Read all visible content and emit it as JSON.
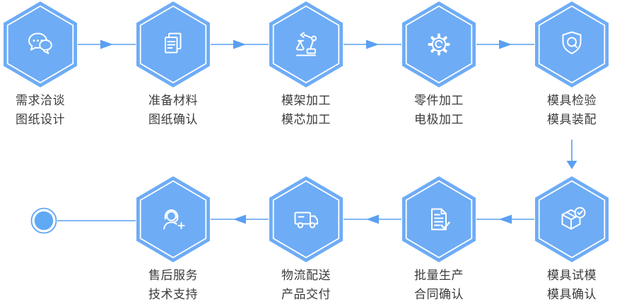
{
  "diagram": {
    "type": "process-flow",
    "rows": [
      {
        "direction": "left-to-right",
        "step_ids": [
          1,
          2,
          3,
          4,
          5
        ]
      },
      {
        "direction": "right-to-left",
        "step_ids": [
          6,
          7,
          8,
          9
        ]
      }
    ],
    "end_node": "circle-terminal"
  },
  "colors": {
    "hexagon_fill": "#6EACF6",
    "hexagon_inner_outline": "#FFFFFF",
    "icon_stroke": "#FFFFFF",
    "connector": "#5B9FF2",
    "label_text": "#3B3B3B",
    "background": "#FFFFFF"
  },
  "steps": [
    {
      "id": 1,
      "icon": "chat-icon",
      "line1": "需求洽谈",
      "line2": "图纸设计"
    },
    {
      "id": 2,
      "icon": "documents-icon",
      "line1": "准备材料",
      "line2": "图纸确认"
    },
    {
      "id": 3,
      "icon": "robot-arm-icon",
      "line1": "模架加工",
      "line2": "模芯加工"
    },
    {
      "id": 4,
      "icon": "gear-icon",
      "line1": "零件加工",
      "line2": "电极加工"
    },
    {
      "id": 5,
      "icon": "shield-quality-icon",
      "line1": "模具检验",
      "line2": "模具装配"
    },
    {
      "id": 6,
      "icon": "package-check-icon",
      "line1": "模具试模",
      "line2": "模具确认"
    },
    {
      "id": 7,
      "icon": "document-check-icon",
      "line1": "批量生产",
      "line2": "合同确认"
    },
    {
      "id": 8,
      "icon": "truck-icon",
      "line1": "物流配送",
      "line2": "产品交付"
    },
    {
      "id": 9,
      "icon": "headset-support-icon",
      "line1": "售后服务",
      "line2": "技术支持"
    }
  ]
}
